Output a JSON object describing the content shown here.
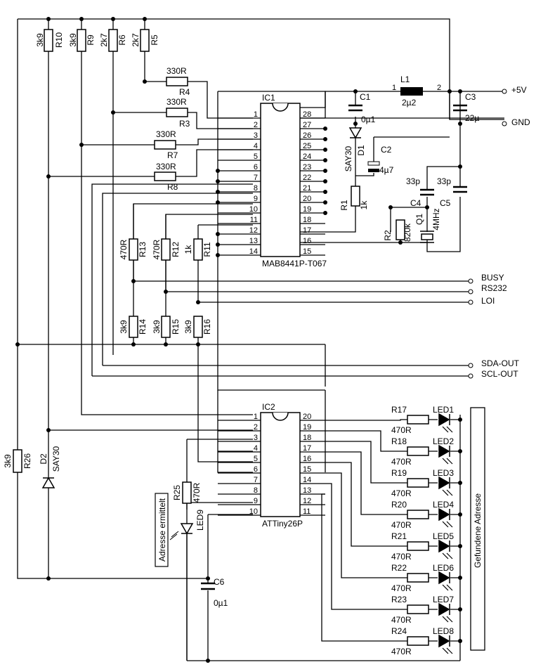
{
  "ic1": {
    "ref": "IC1",
    "part": "MAB8441P-T067",
    "left_pins": [
      "1",
      "2",
      "3",
      "4",
      "5",
      "6",
      "7",
      "8",
      "9",
      "10",
      "11",
      "12",
      "13",
      "14"
    ],
    "right_pins": [
      "28",
      "27",
      "26",
      "25",
      "24",
      "23",
      "22",
      "21",
      "20",
      "19",
      "18",
      "17",
      "16",
      "15"
    ]
  },
  "ic2": {
    "ref": "IC2",
    "part": "ATTiny26P",
    "left_pins": [
      "1",
      "2",
      "3",
      "4",
      "5",
      "6",
      "7",
      "8",
      "9",
      "10"
    ],
    "right_pins": [
      "20",
      "19",
      "18",
      "17",
      "16",
      "15",
      "14",
      "13",
      "12",
      "11"
    ]
  },
  "top_resistors": [
    {
      "ref": "R10",
      "value": "3k9"
    },
    {
      "ref": "R9",
      "value": "3k9"
    },
    {
      "ref": "R6",
      "value": "2k7"
    },
    {
      "ref": "R5",
      "value": "2k7"
    }
  ],
  "series_resistors": [
    {
      "ref": "R4",
      "value": "330R"
    },
    {
      "ref": "R3",
      "value": "330R"
    },
    {
      "ref": "R7",
      "value": "330R"
    },
    {
      "ref": "R8",
      "value": "330R"
    }
  ],
  "divider_top": [
    {
      "ref": "R13",
      "value": "470R"
    },
    {
      "ref": "R12",
      "value": "470R"
    },
    {
      "ref": "R11",
      "value": "1k"
    }
  ],
  "divider_bottom": [
    {
      "ref": "R14",
      "value": "3k9"
    },
    {
      "ref": "R15",
      "value": "3k9"
    },
    {
      "ref": "R16",
      "value": "3k9"
    }
  ],
  "supply": {
    "l1": {
      "ref": "L1",
      "value": "2µ2",
      "pin1": "1",
      "pin2": "2"
    },
    "c1": {
      "ref": "C1",
      "value": "0µ1"
    },
    "c3": {
      "ref": "C3",
      "value": "22µ"
    },
    "d1": {
      "ref": "D1",
      "value": "SAY30"
    },
    "c2": {
      "ref": "C2",
      "value": "4µ7"
    },
    "r1": {
      "ref": "R1",
      "value": "1k"
    },
    "r2": {
      "ref": "R2",
      "value": "820k"
    },
    "q1": {
      "ref": "Q1",
      "value": "4MHz"
    },
    "c4": {
      "ref": "C4",
      "value": "33p"
    },
    "c5": {
      "ref": "C5",
      "value": "33p"
    },
    "plus5v": "+5V",
    "gnd": "GND"
  },
  "signals": [
    "BUSY",
    "RS232",
    "LOI",
    "SDA-OUT",
    "SCL-OUT"
  ],
  "led_rows": [
    {
      "res": "R17",
      "value": "470R",
      "led": "LED1"
    },
    {
      "res": "R18",
      "value": "470R",
      "led": "LED2"
    },
    {
      "res": "R19",
      "value": "470R",
      "led": "LED3"
    },
    {
      "res": "R20",
      "value": "470R",
      "led": "LED4"
    },
    {
      "res": "R21",
      "value": "470R",
      "led": "LED5"
    },
    {
      "res": "R22",
      "value": "470R",
      "led": "LED6"
    },
    {
      "res": "R23",
      "value": "470R",
      "led": "LED7"
    },
    {
      "res": "R24",
      "value": "470R",
      "led": "LED8"
    }
  ],
  "bottom_left": {
    "r26": {
      "ref": "R26",
      "value": "3k9"
    },
    "d2": {
      "ref": "D2",
      "value": "SAY30"
    },
    "r25": {
      "ref": "R25",
      "value": "470R"
    },
    "led9": {
      "ref": "LED9"
    },
    "c6": {
      "ref": "C6",
      "value": "0µ1"
    }
  },
  "labels": {
    "found_address": "Gefundene Adresse",
    "address_found": "Adresse ermittelt"
  }
}
